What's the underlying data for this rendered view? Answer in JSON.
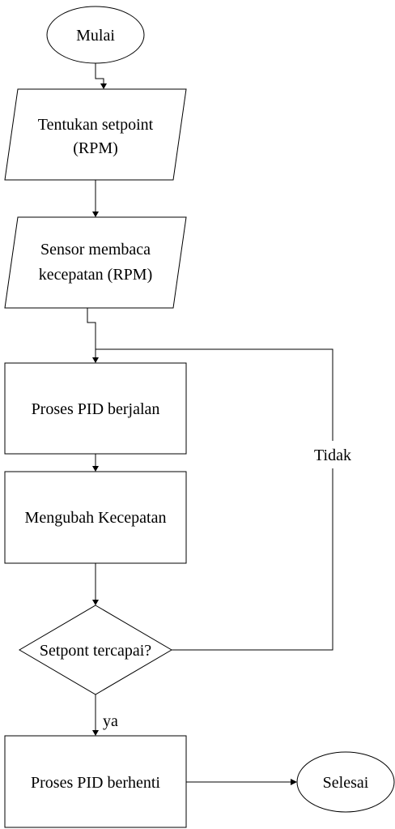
{
  "flowchart": {
    "start": {
      "label": "Mulai"
    },
    "input_setpoint": {
      "line1": "Tentukan setpoint",
      "line2": "(RPM)"
    },
    "input_sensor": {
      "line1": "Sensor membaca",
      "line2": "kecepatan (RPM)"
    },
    "process_pid": {
      "label": "Proses PID berjalan"
    },
    "process_speed": {
      "label": "Mengubah Kecepatan"
    },
    "decision": {
      "label": "Setpont tercapai?"
    },
    "edge_no": {
      "label": "Tidak"
    },
    "edge_yes": {
      "label": "ya"
    },
    "process_stop": {
      "label": "Proses PID berhenti"
    },
    "end": {
      "label": "Selesai"
    }
  }
}
